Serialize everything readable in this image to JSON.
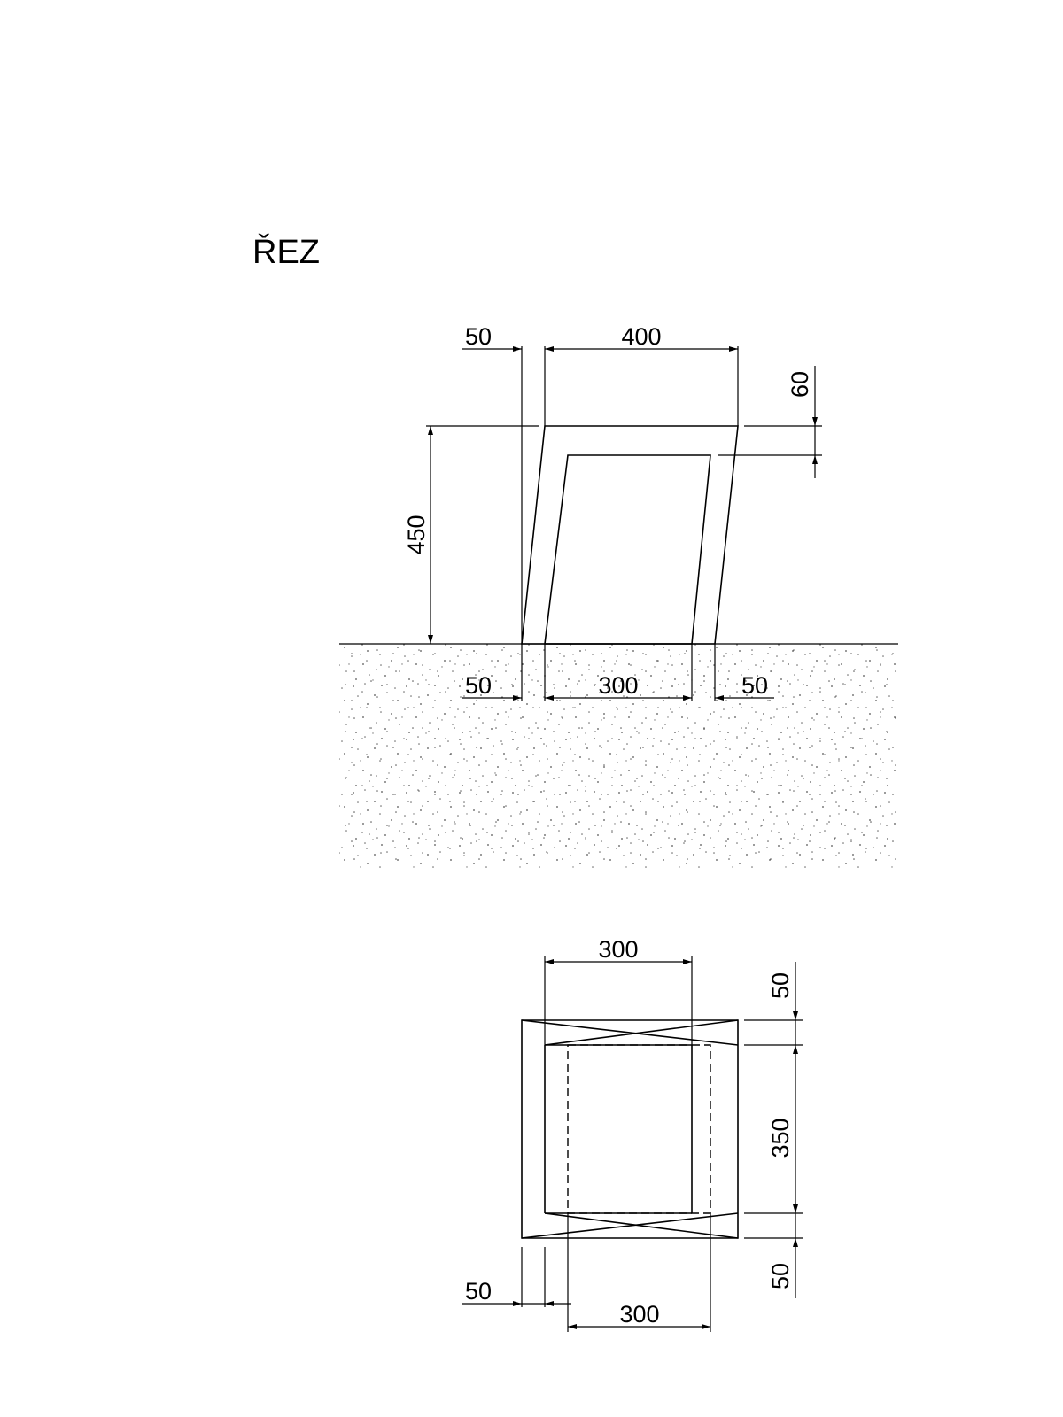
{
  "section_title": "ŘEZ",
  "section_view": {
    "dim_top_left": "50",
    "dim_top_width": "400",
    "dim_seat_thickness": "60",
    "dim_height": "450",
    "dim_bottom_left": "50",
    "dim_bottom_middle": "300",
    "dim_bottom_right": "50"
  },
  "plan_view": {
    "dim_top_width": "300",
    "dim_right_top": "50",
    "dim_right_middle": "350",
    "dim_right_bottom": "50",
    "dim_bottom_left": "50",
    "dim_bottom_width": "300"
  }
}
